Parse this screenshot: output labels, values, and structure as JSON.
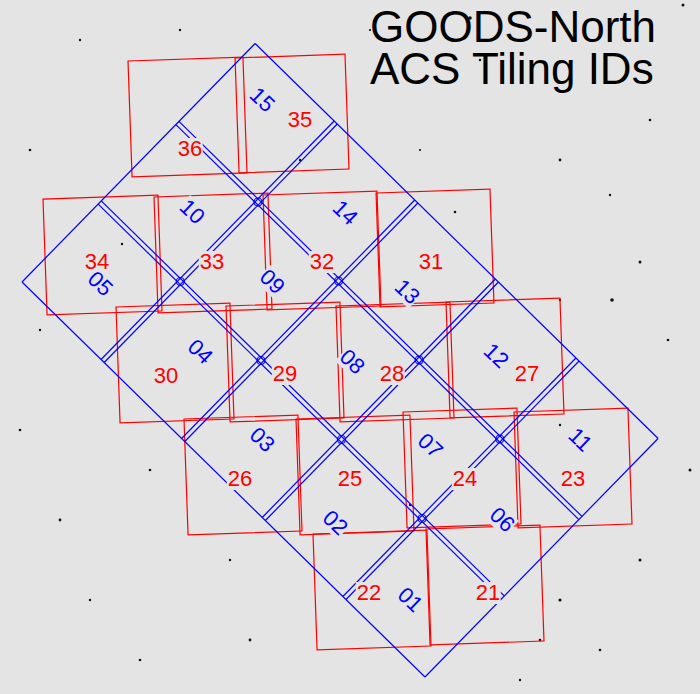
{
  "diagram": {
    "title": "GOODS-North ACS Tiling IDs",
    "labels": [
      "15",
      "35",
      "36",
      "10",
      "14",
      "34",
      "33",
      "32",
      "31",
      "05",
      "09",
      "13",
      "04",
      "12",
      "08",
      "30",
      "29",
      "28",
      "27",
      "11",
      "03",
      "07",
      "26",
      "25",
      "24",
      "23",
      "06",
      "02",
      "22",
      "01",
      "21"
    ]
  }
}
